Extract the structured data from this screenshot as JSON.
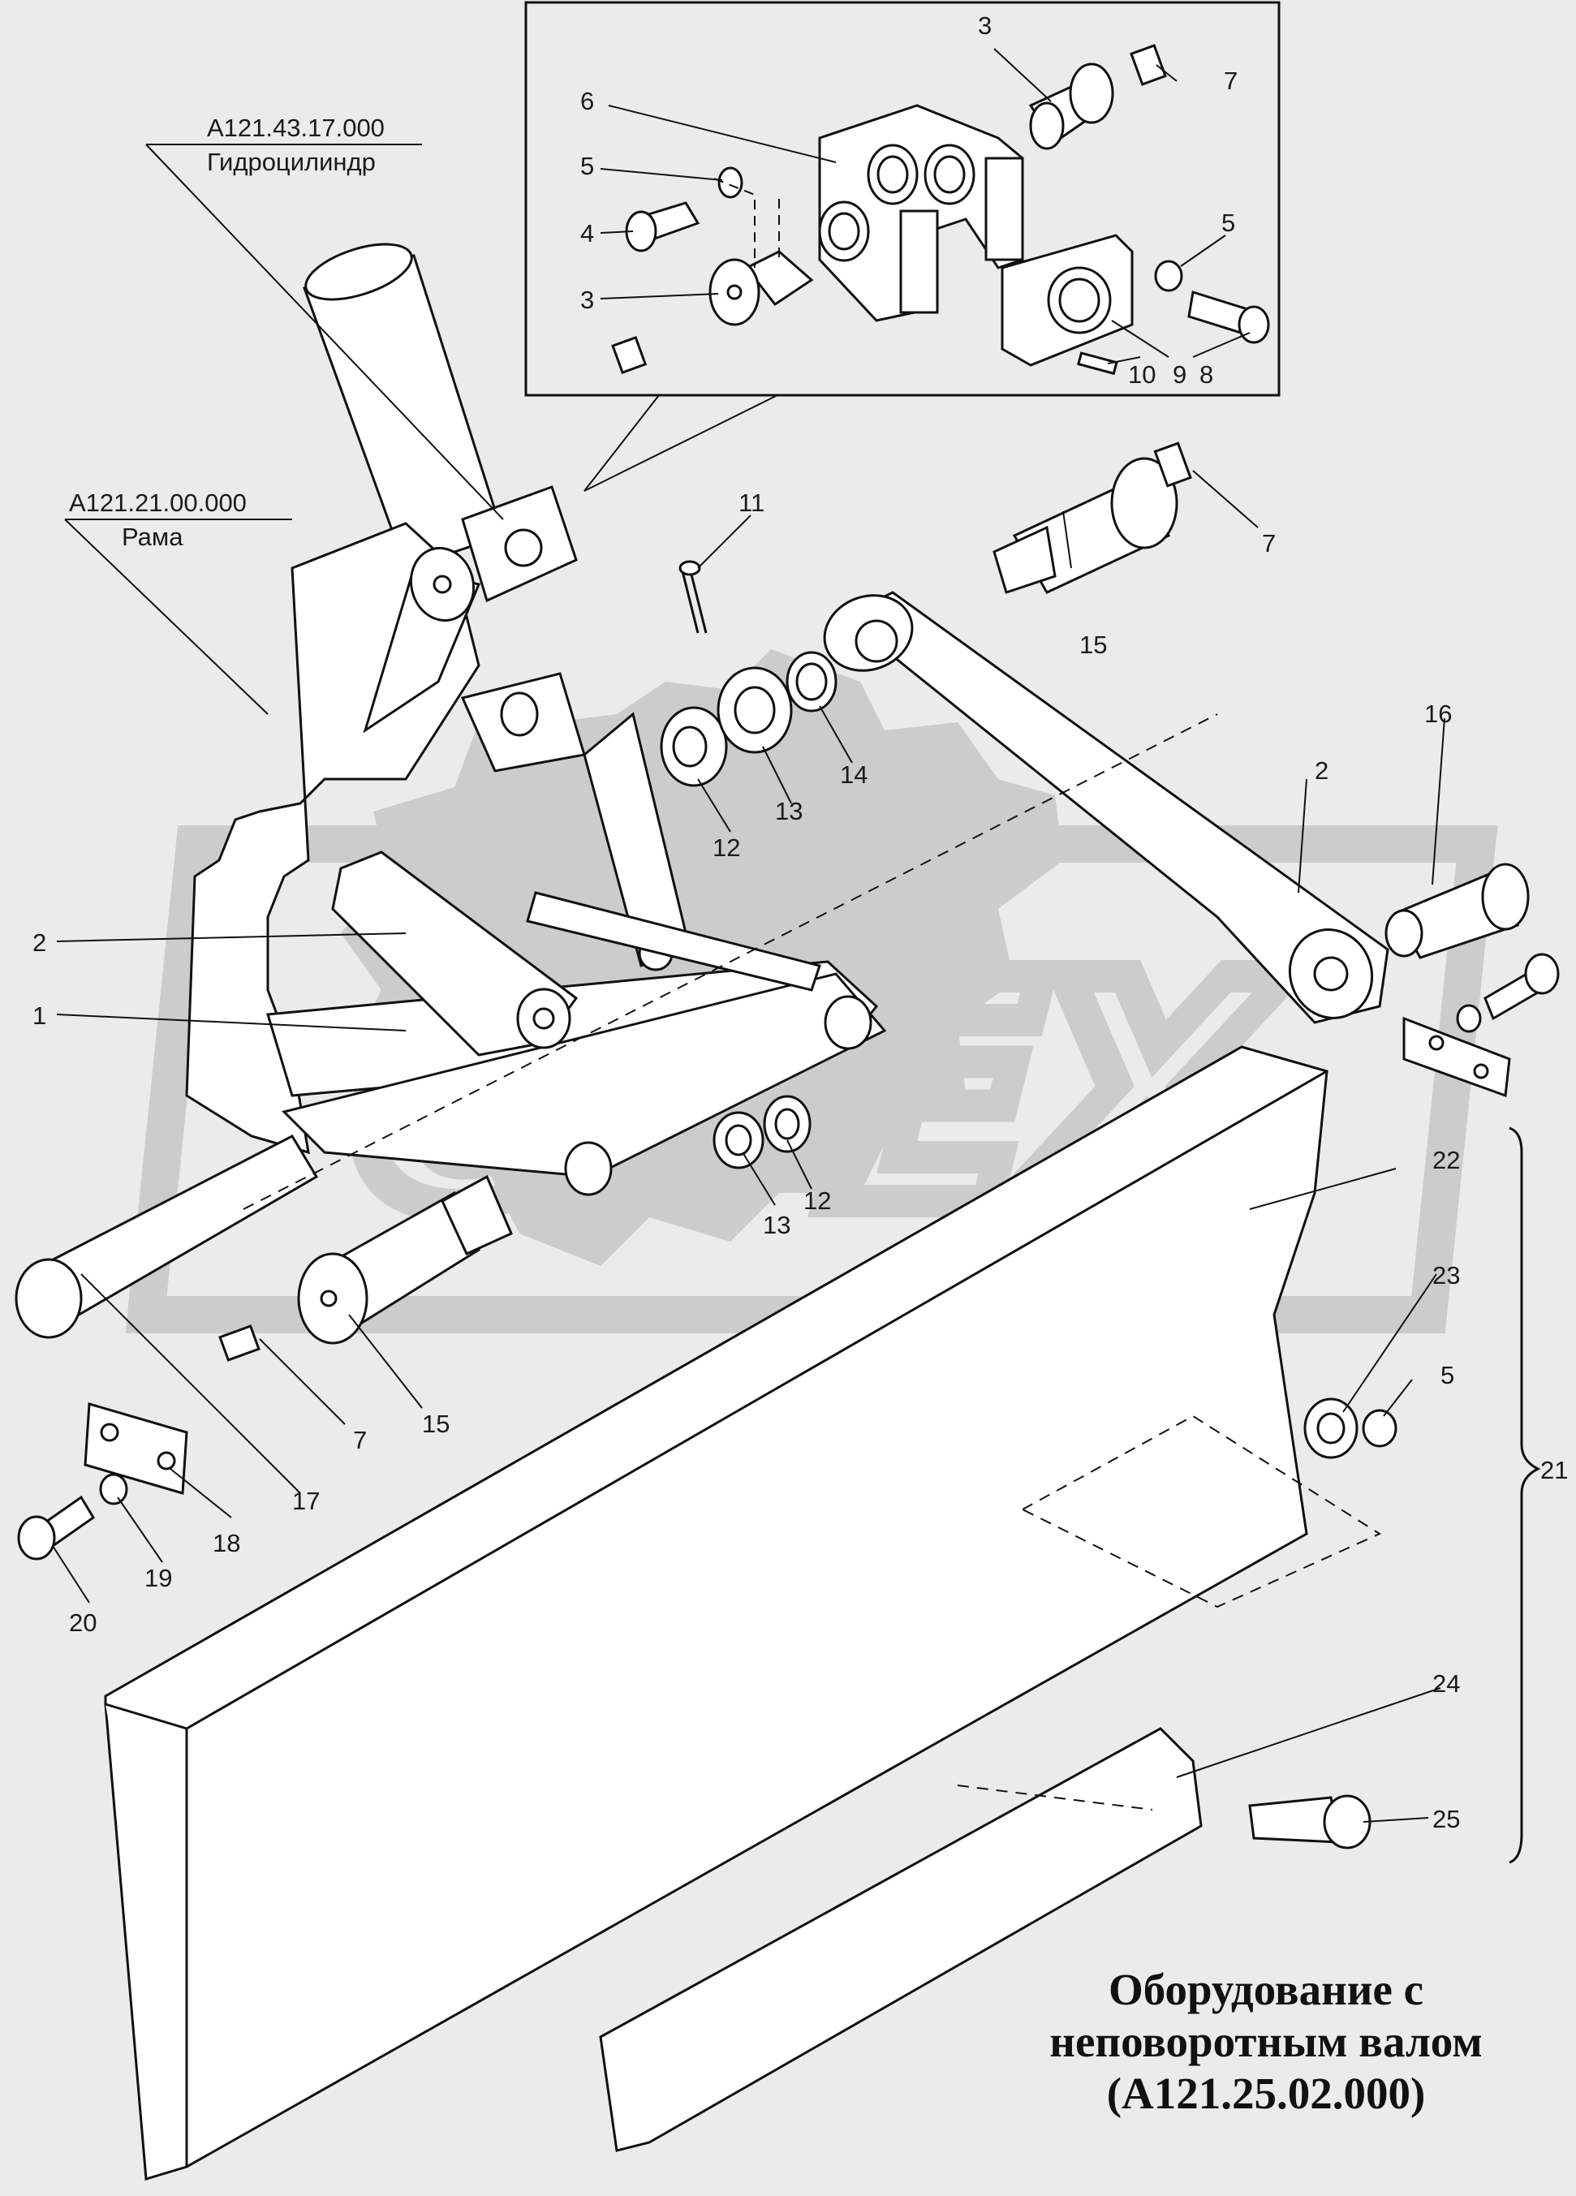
{
  "assemblies": {
    "cylinder": {
      "code": "А121.43.17.000",
      "name": "Гидроцилиндр"
    },
    "frame": {
      "code": "А121.21.00.000",
      "name": "Рама"
    }
  },
  "callouts": [
    {
      "id": "c1",
      "text": "1"
    },
    {
      "id": "c2a",
      "text": "2"
    },
    {
      "id": "c2b",
      "text": "2"
    },
    {
      "id": "c3a",
      "text": "3"
    },
    {
      "id": "c3b",
      "text": "3"
    },
    {
      "id": "c4",
      "text": "4"
    },
    {
      "id": "c5a",
      "text": "5"
    },
    {
      "id": "c5b",
      "text": "5"
    },
    {
      "id": "c5c",
      "text": "5"
    },
    {
      "id": "c6",
      "text": "6"
    },
    {
      "id": "c7a",
      "text": "7"
    },
    {
      "id": "c7b",
      "text": "7"
    },
    {
      "id": "c7c",
      "text": "7"
    },
    {
      "id": "c8",
      "text": "8"
    },
    {
      "id": "c9",
      "text": "9"
    },
    {
      "id": "c10",
      "text": "10"
    },
    {
      "id": "c11",
      "text": "11"
    },
    {
      "id": "c12a",
      "text": "12"
    },
    {
      "id": "c12b",
      "text": "12"
    },
    {
      "id": "c13a",
      "text": "13"
    },
    {
      "id": "c13b",
      "text": "13"
    },
    {
      "id": "c14",
      "text": "14"
    },
    {
      "id": "c15a",
      "text": "15"
    },
    {
      "id": "c15b",
      "text": "15"
    },
    {
      "id": "c16",
      "text": "16"
    },
    {
      "id": "c17",
      "text": "17"
    },
    {
      "id": "c18",
      "text": "18"
    },
    {
      "id": "c19",
      "text": "19"
    },
    {
      "id": "c20",
      "text": "20"
    },
    {
      "id": "c21",
      "text": "21"
    },
    {
      "id": "c22",
      "text": "22"
    },
    {
      "id": "c23",
      "text": "23"
    },
    {
      "id": "c24",
      "text": "24"
    },
    {
      "id": "c25",
      "text": "25"
    }
  ],
  "watermark": "OPEX",
  "title_lines": [
    "Оборудование с",
    "неповоротным валом",
    "(А121.25.02.000)"
  ]
}
